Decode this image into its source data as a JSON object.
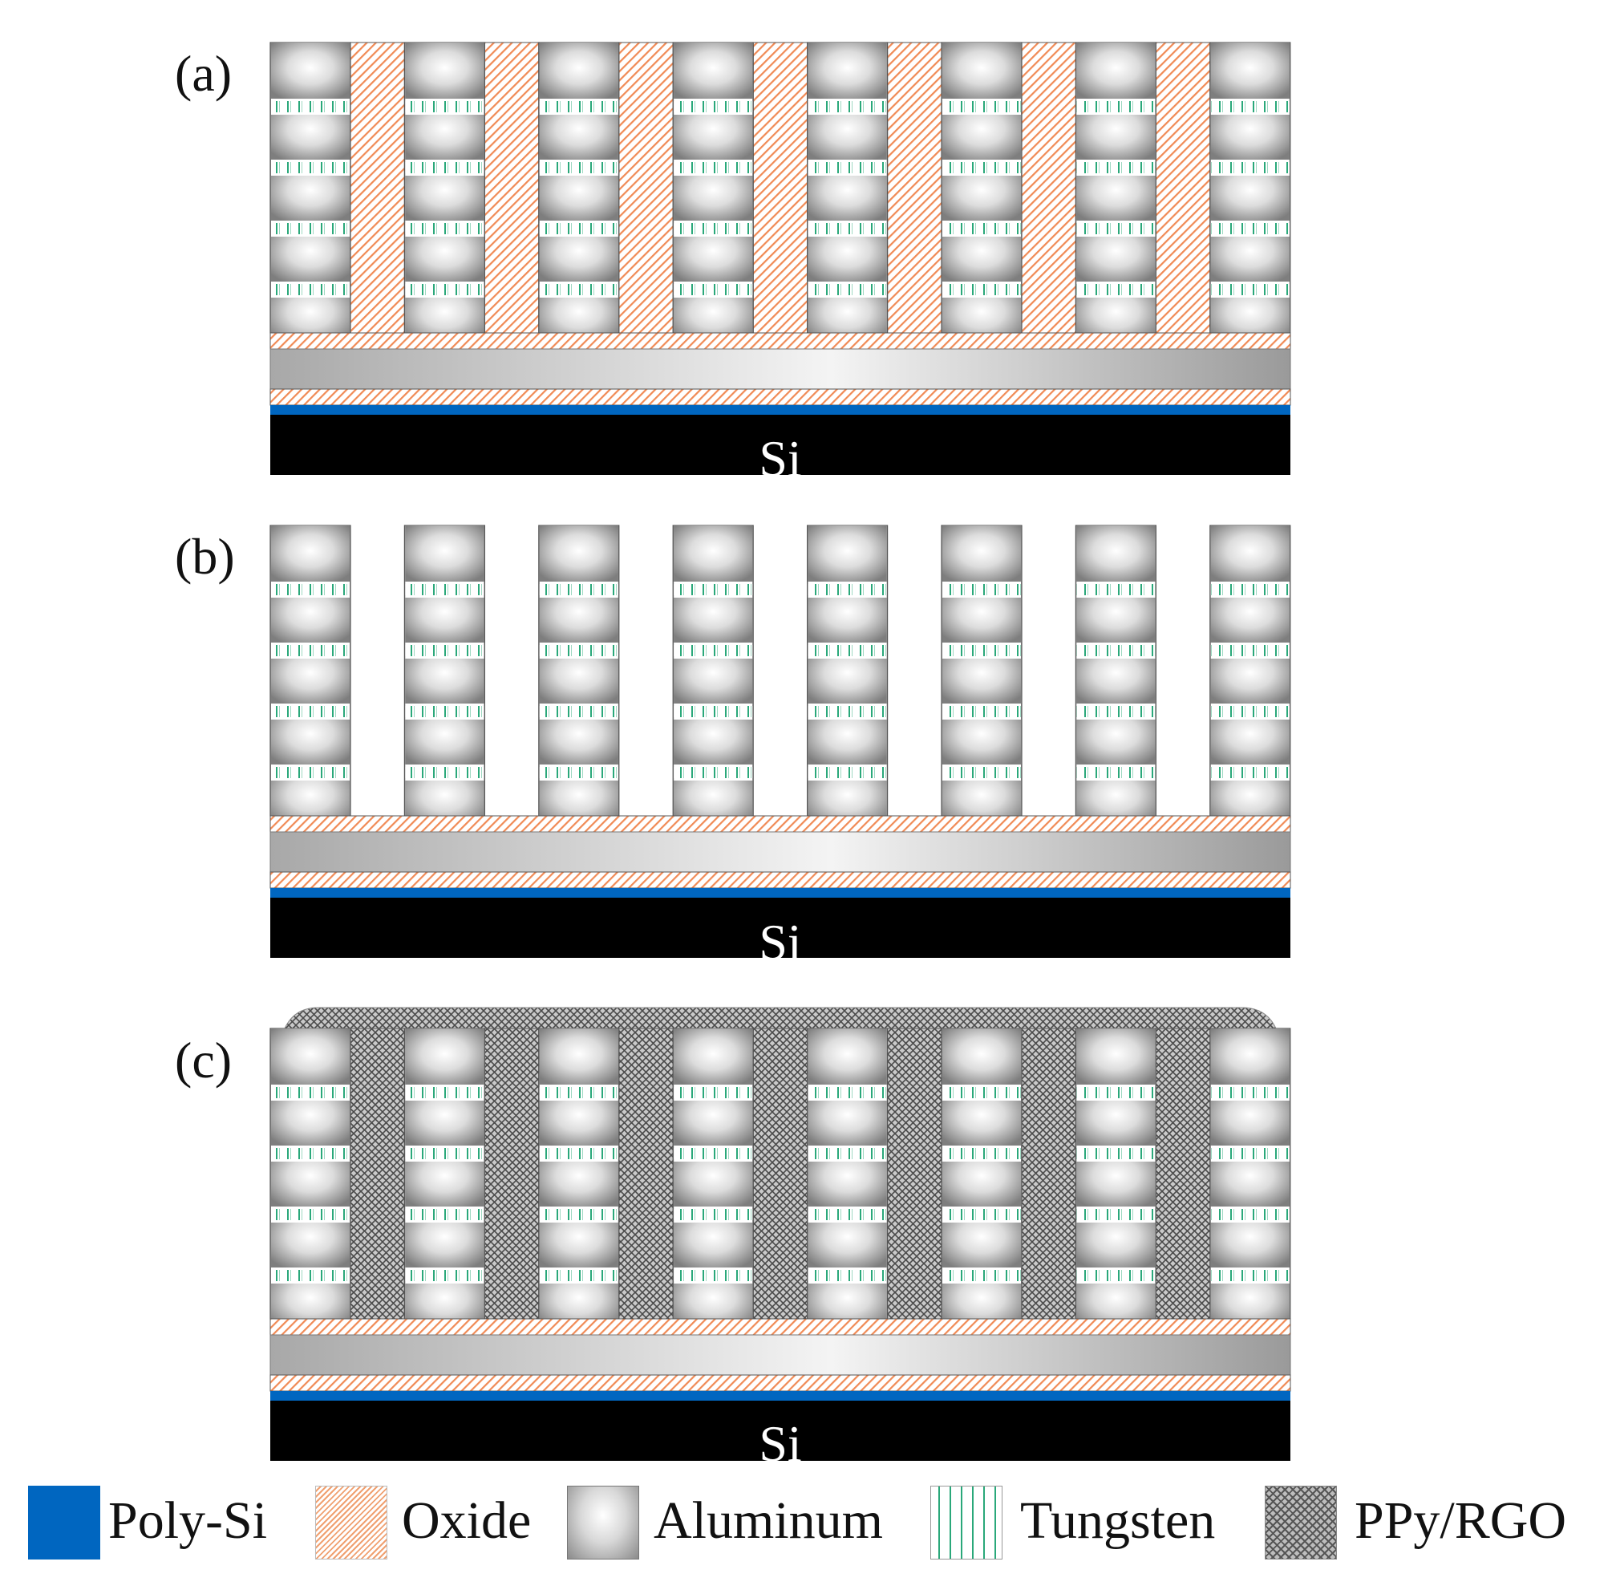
{
  "panels": [
    {
      "label": "(a)",
      "substrate_label": "Si",
      "fill_between_columns": "oxide"
    },
    {
      "label": "(b)",
      "substrate_label": "Si",
      "fill_between_columns": "none"
    },
    {
      "label": "(c)",
      "substrate_label": "Si",
      "fill_between_columns": "ppy-rgo"
    }
  ],
  "structure": {
    "columns_per_panel": 8,
    "tungsten_bands_per_column": 4
  },
  "legend": [
    {
      "name": "Poly-Si",
      "material": "poly-si",
      "color": "#0066c0"
    },
    {
      "name": "Oxide",
      "material": "oxide",
      "color": "#f0a070"
    },
    {
      "name": "Aluminum",
      "material": "aluminum",
      "color": "#c8c8c8"
    },
    {
      "name": "Tungsten",
      "material": "tungsten",
      "color": "#2aa87a"
    },
    {
      "name": "PPy/RGO",
      "material": "ppy-rgo",
      "color": "#9a9a9a"
    }
  ]
}
